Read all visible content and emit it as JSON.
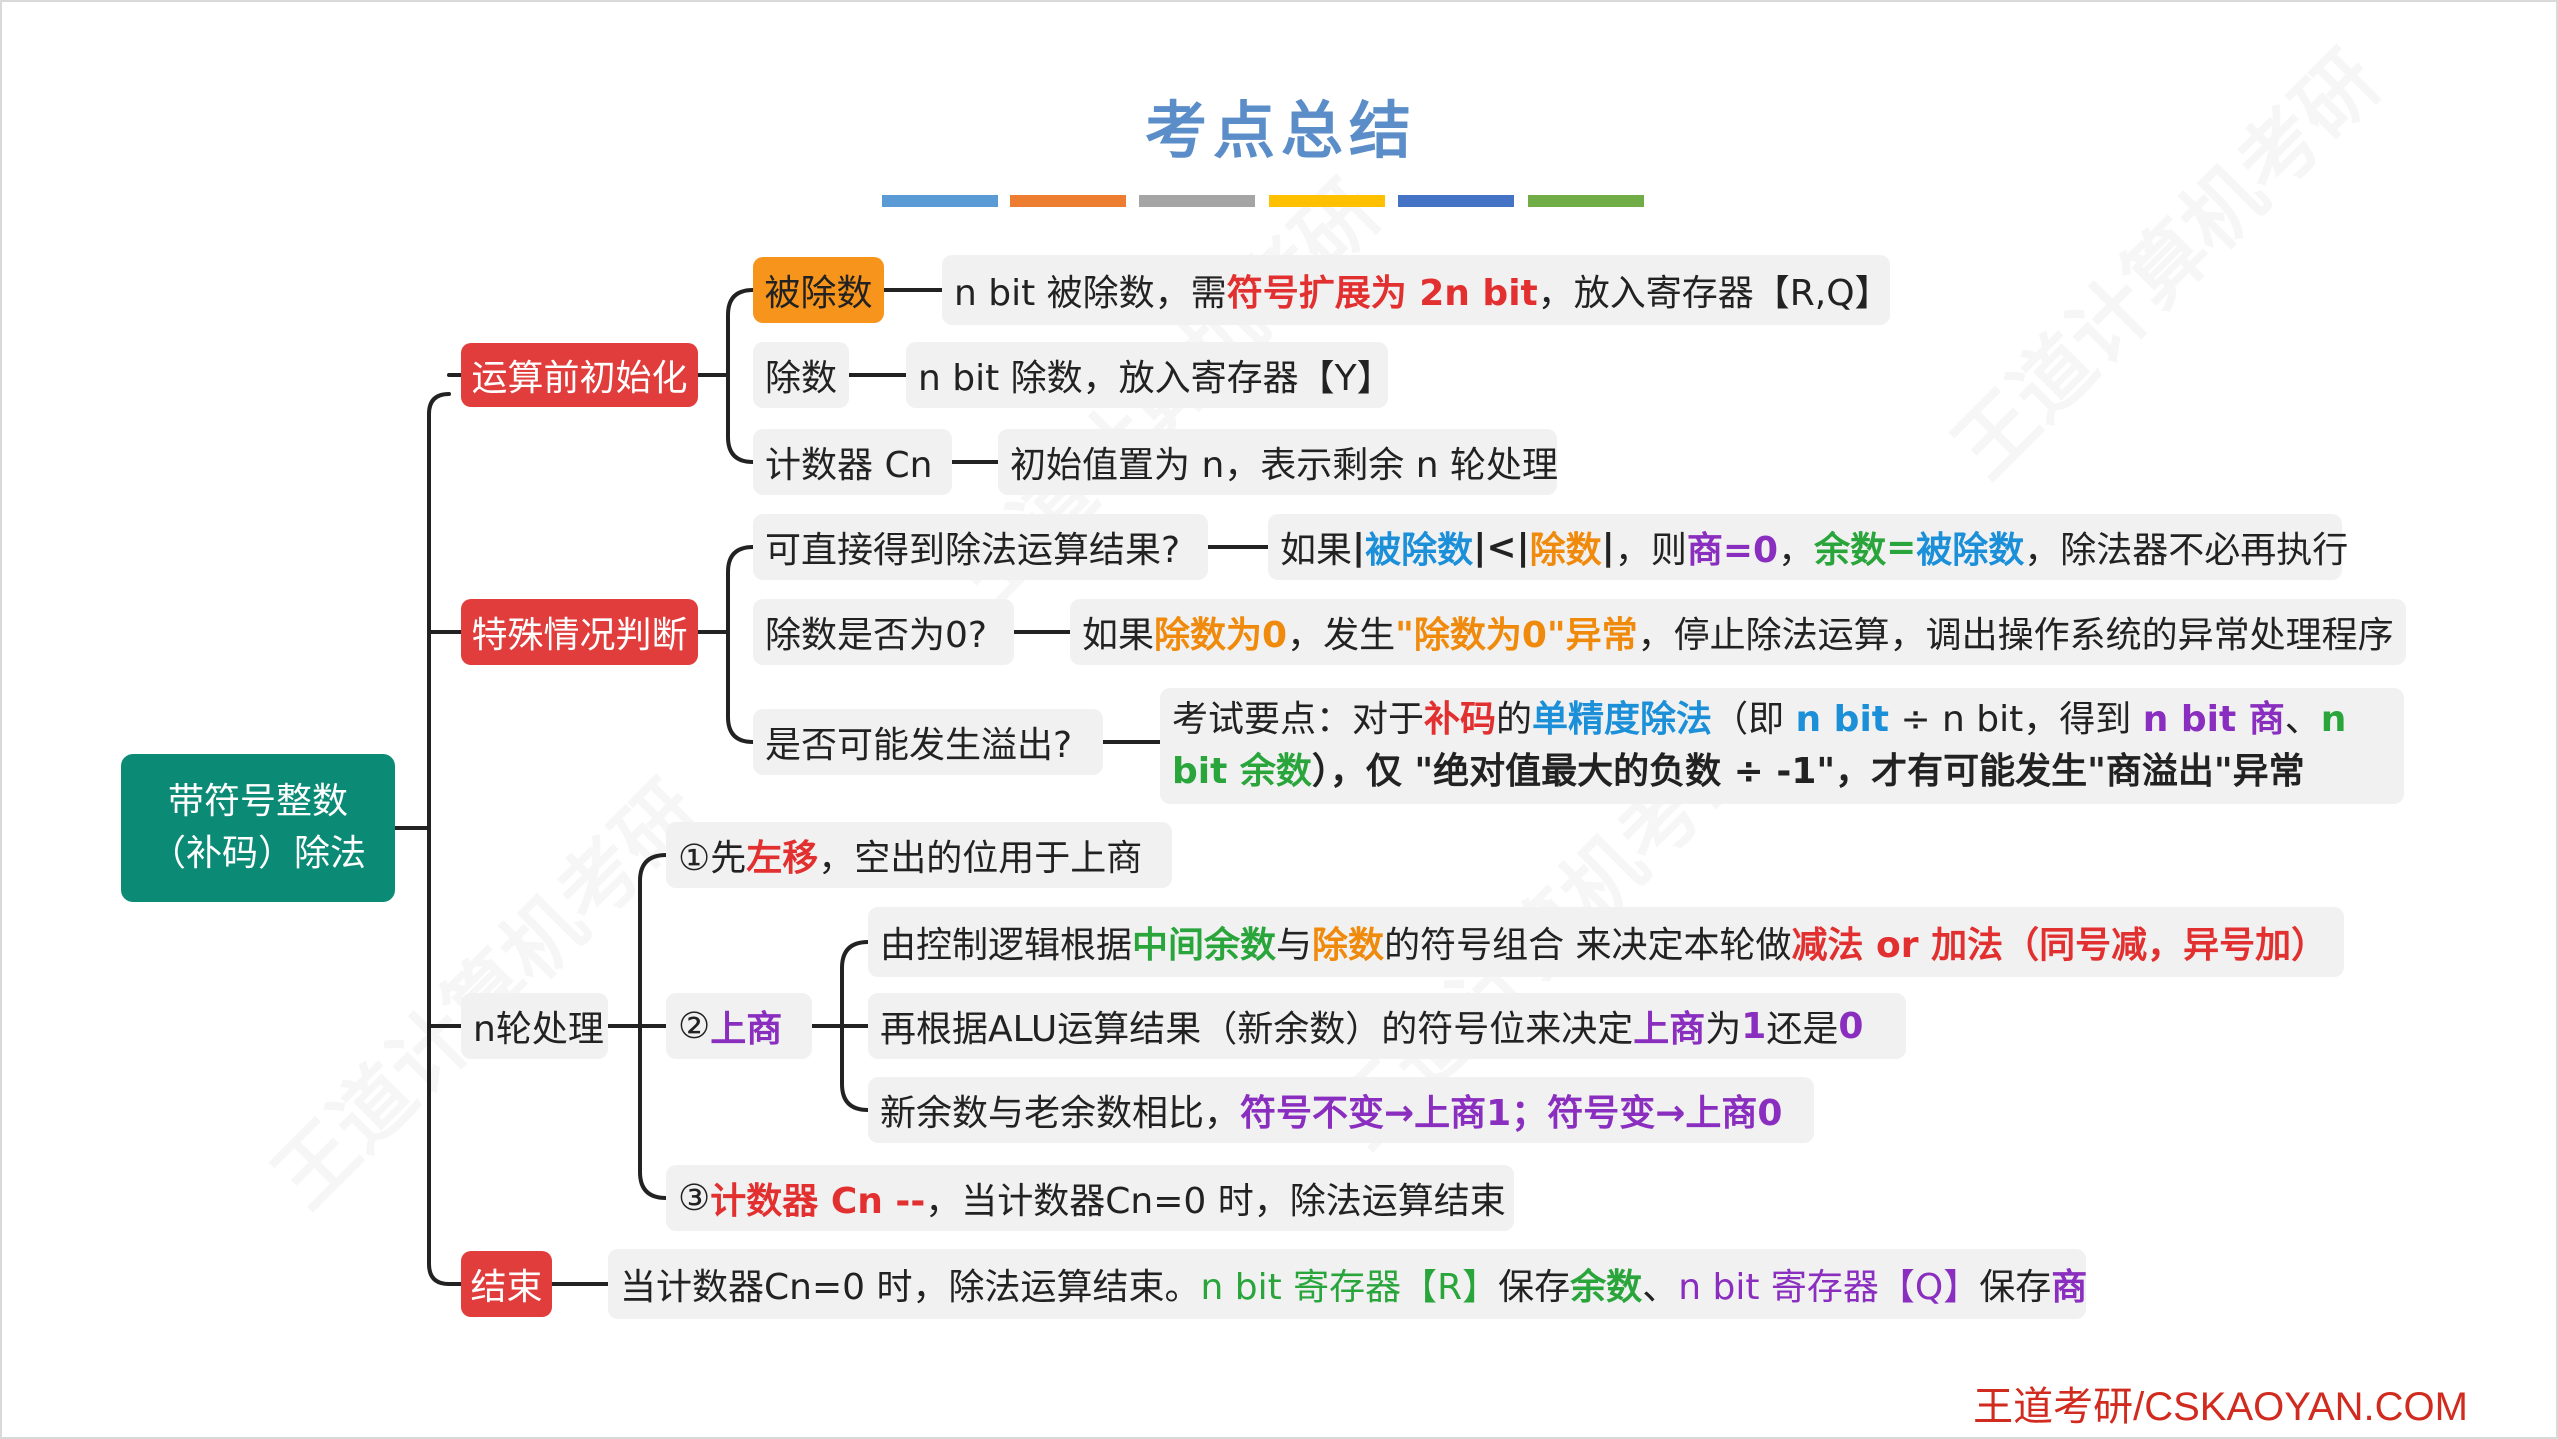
{
  "title": "考点总结",
  "colors": [
    "#5b9bd5",
    "#ed7d31",
    "#a5a5a5",
    "#ffc000",
    "#4472c4",
    "#70ad47"
  ],
  "root": {
    "line1": "带符号整数",
    "line2": "（补码）除法"
  },
  "branches": {
    "init": {
      "label": "运算前初始化",
      "items": [
        {
          "label": "被除数",
          "detail": [
            "n bit 被除数，需",
            "符号扩展为 2n bit",
            "，放入寄存器【R,Q】"
          ]
        },
        {
          "label": "除数",
          "detail": [
            "n bit 除数，放入寄存器【Y】"
          ]
        },
        {
          "label": "计数器 Cn",
          "detail": [
            "初始值置为 n，表示剩余 n 轮处理"
          ]
        }
      ]
    },
    "special": {
      "label": "特殊情况判断",
      "items": [
        {
          "label": "可直接得到除法运算结果?",
          "detail": [
            "如果 ",
            "|",
            "被除数",
            "|<|",
            "除数",
            "|",
            "，则 ",
            "商=0",
            "，",
            "余数",
            "=",
            "被除数",
            "，除法器不必再执行"
          ]
        },
        {
          "label": "除数是否为0?",
          "detail": [
            "如果",
            "除数为0",
            "，发生",
            "\"除数为0\"异常",
            "，停止除法运算，调出操作系统的异常处理程序"
          ]
        },
        {
          "label": "是否可能发生溢出?",
          "detail": [
            "考试要点：对于",
            "补码",
            "的",
            "单精度除法",
            "（即 ",
            "n bit",
            " ÷ n bit，得到 ",
            "n bit 商",
            "、",
            "n bit 余数",
            "），仅 \"绝对值最大的负数 ÷ -1\"，才有可能发生\"商溢出\"异常"
          ]
        }
      ]
    },
    "rounds": {
      "label": "n轮处理",
      "step1": [
        "①先 ",
        "左移",
        "，空出的位用于上商"
      ],
      "step2": {
        "label": [
          "② ",
          "上商"
        ],
        "items": [
          [
            "由控制逻辑根据",
            "中间余数",
            "与",
            "除数",
            "的符号组合 来决定本轮做",
            "减法 or 加法（同号减，异号加）"
          ],
          [
            "再根据ALU运算结果（新余数）的符号位来决定",
            "上商",
            "为 ",
            "1",
            " 还是 ",
            "0"
          ],
          [
            "新余数与老余数相比，",
            "符号不变→上商1；符号变→上商0"
          ]
        ]
      },
      "step3": [
        "③ ",
        "计数器 Cn --",
        "，当计数器Cn=0 时，除法运算结束"
      ]
    },
    "end": {
      "label": "结束",
      "detail": [
        "当计数器Cn=0 时，除法运算结束。",
        "n bit 寄存器【R】",
        "保存",
        "余数",
        "、 ",
        "n bit 寄存器【Q】",
        "保存",
        "商"
      ]
    }
  },
  "footer": "王道考研/CSKAOYAN.COM"
}
